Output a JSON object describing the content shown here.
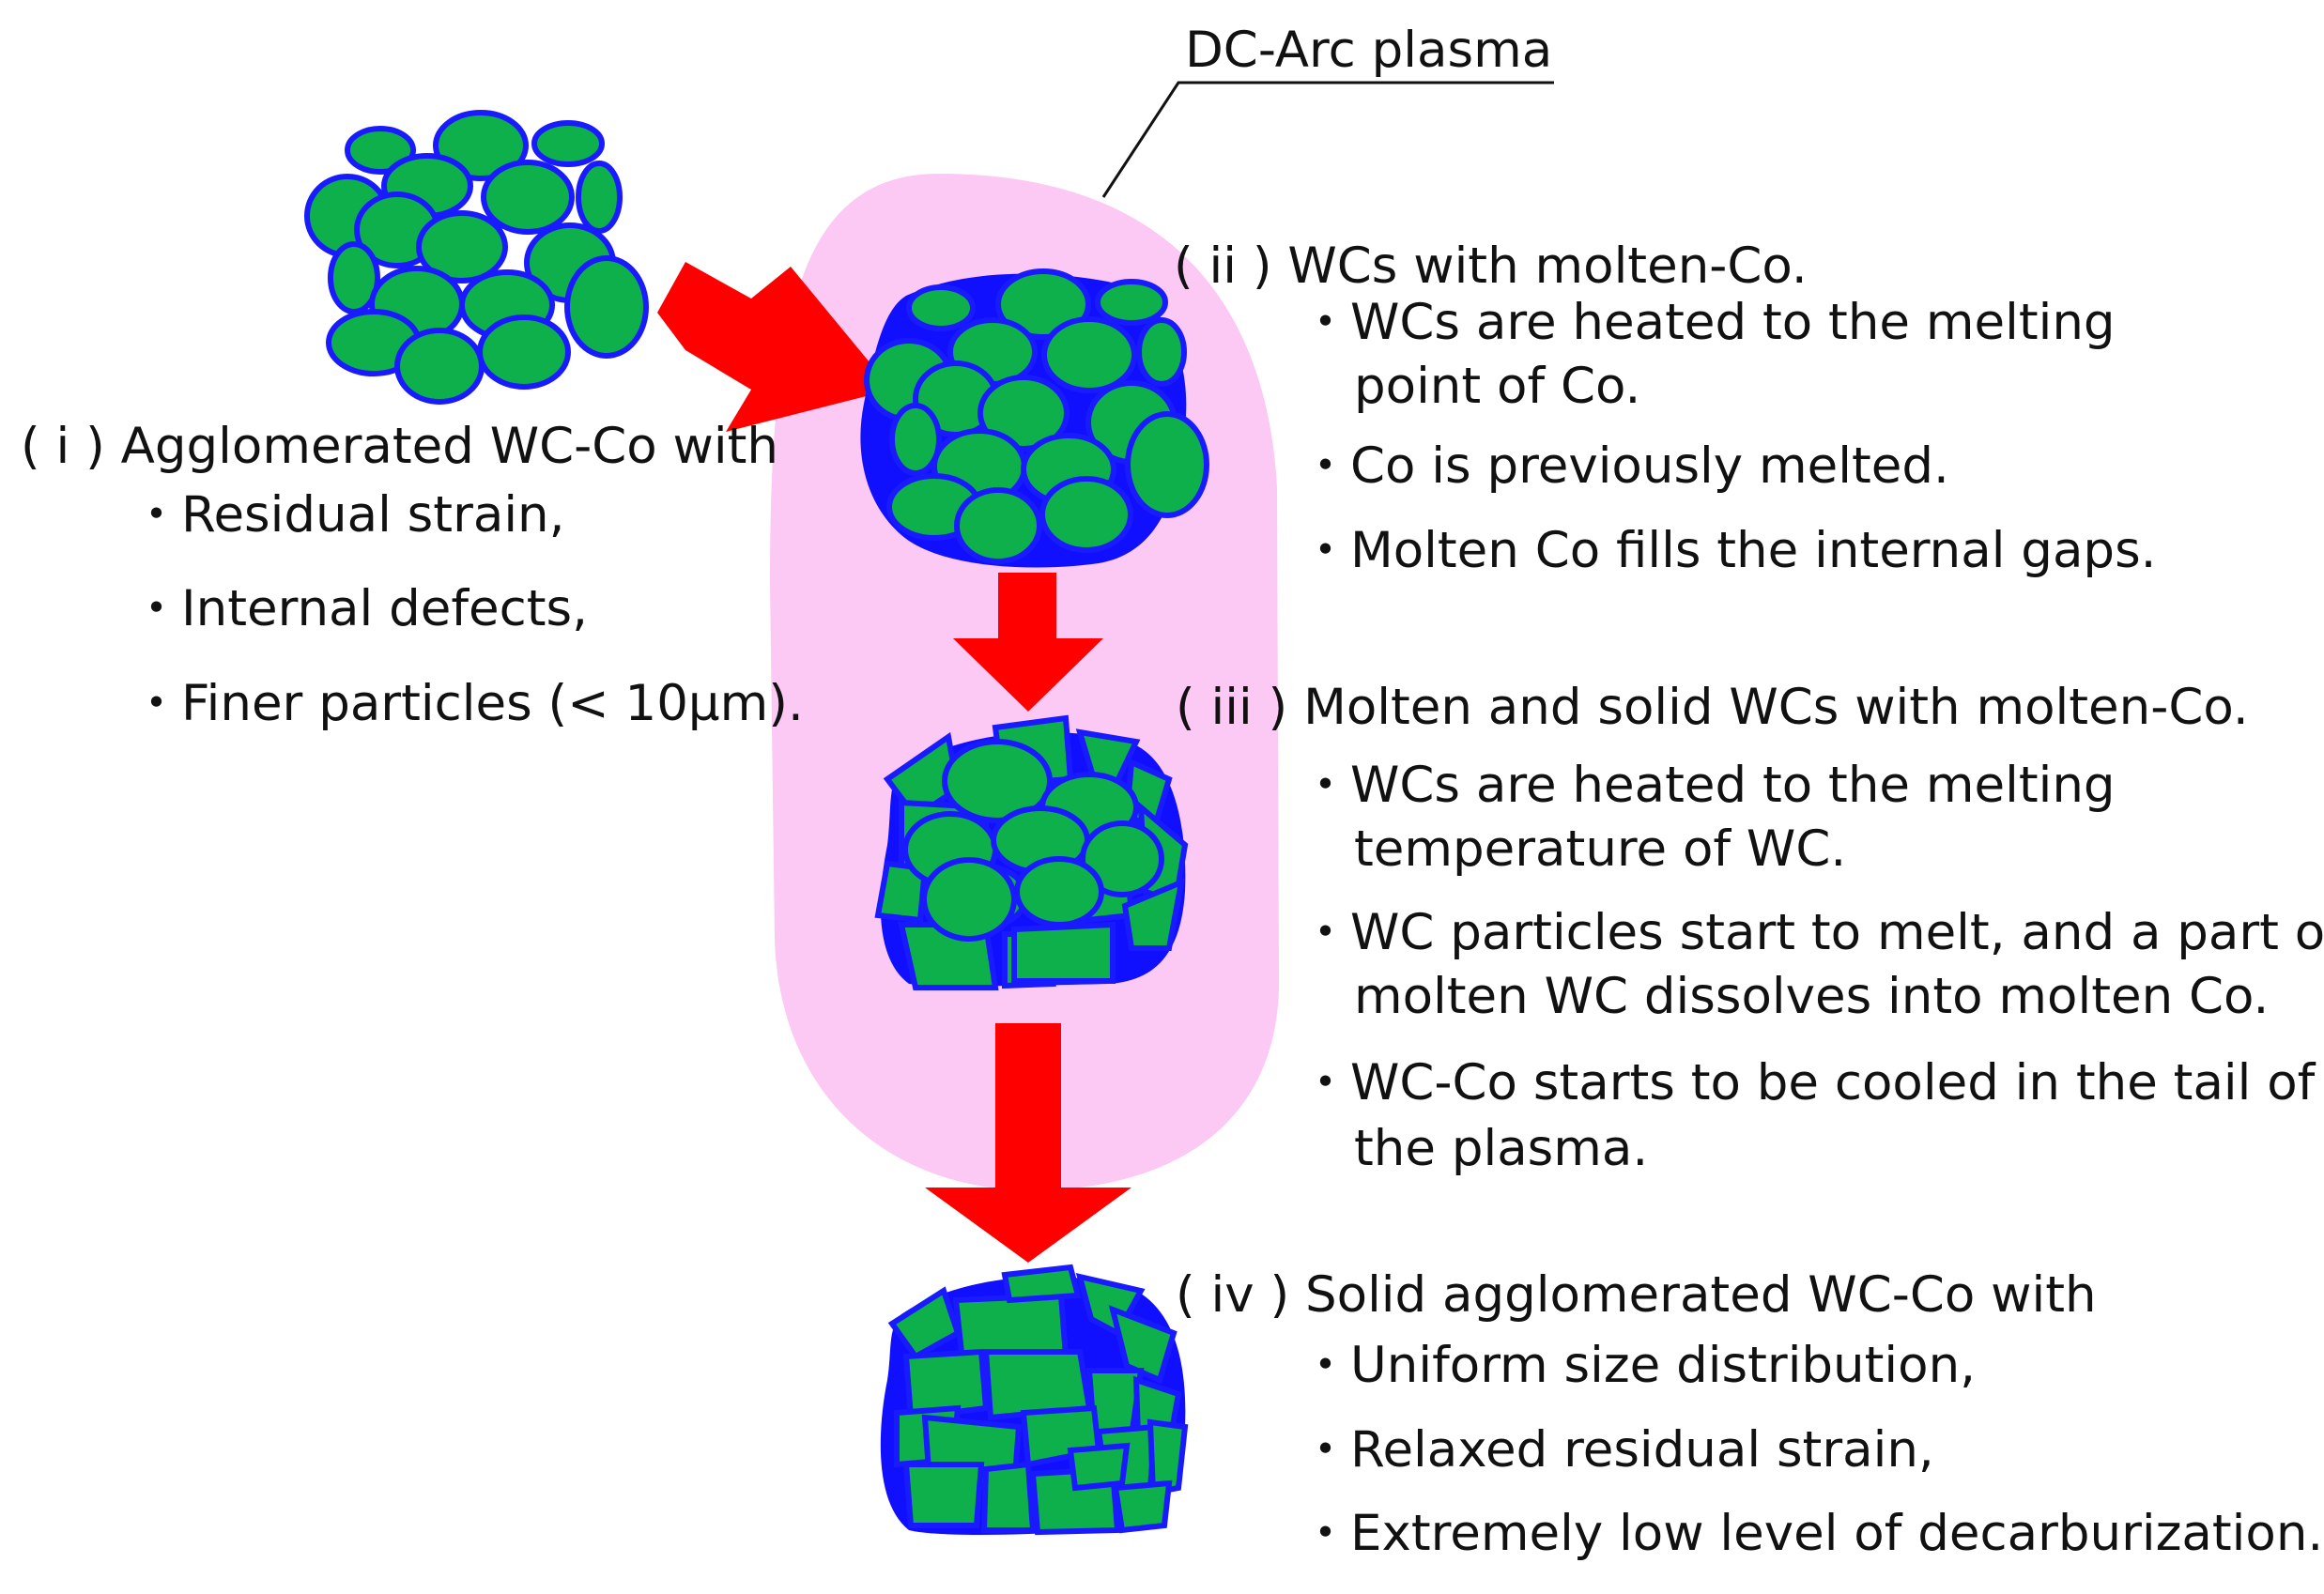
{
  "plasma": {
    "label": "DC-Arc plasma"
  },
  "stages": [
    {
      "id": "i",
      "marker": "( i )",
      "heading": "Agglomerated WC-Co with",
      "bullets": [
        {
          "mark": "・",
          "lines": [
            "Residual strain,"
          ]
        },
        {
          "mark": "・",
          "lines": [
            "Internal defects,"
          ]
        },
        {
          "mark": "・",
          "lines": [
            "Finer particles (< 10μm)."
          ]
        }
      ]
    },
    {
      "id": "ii",
      "marker": "( ii )",
      "heading": "WCs with molten-Co.",
      "bullets": [
        {
          "mark": "・",
          "lines": [
            "WCs are heated to the melting",
            "point of Co."
          ]
        },
        {
          "mark": "・",
          "lines": [
            "Co is previously melted."
          ]
        },
        {
          "mark": "・",
          "lines": [
            "Molten Co fills the internal gaps."
          ]
        }
      ]
    },
    {
      "id": "iii",
      "marker": "( iii )",
      "heading": "Molten and solid WCs with molten-Co.",
      "bullets": [
        {
          "mark": "・",
          "lines": [
            "WCs are heated to the melting",
            "temperature of WC."
          ]
        },
        {
          "mark": "・",
          "lines": [
            "WC particles start to melt, and a part of",
            "molten WC dissolves into molten Co."
          ]
        },
        {
          "mark": "・",
          "lines": [
            "WC-Co starts to be cooled in the tail of",
            "the plasma."
          ]
        }
      ]
    },
    {
      "id": "iv",
      "marker": "( iv )",
      "heading": "Solid agglomerated WC-Co with",
      "bullets": [
        {
          "mark": "・",
          "lines": [
            "Uniform size distribution,"
          ]
        },
        {
          "mark": "・",
          "lines": [
            "Relaxed residual strain,"
          ]
        },
        {
          "mark": "・",
          "lines": [
            "Extremely low level of decarburization."
          ]
        }
      ]
    }
  ],
  "colors": {
    "particle_fill": "#0db04b",
    "particle_stroke": "#1a1aff",
    "molten_co": "#1010ff",
    "plasma_fill": "#fcc8f4",
    "arrow": "#ff0000",
    "text": "#111111"
  }
}
